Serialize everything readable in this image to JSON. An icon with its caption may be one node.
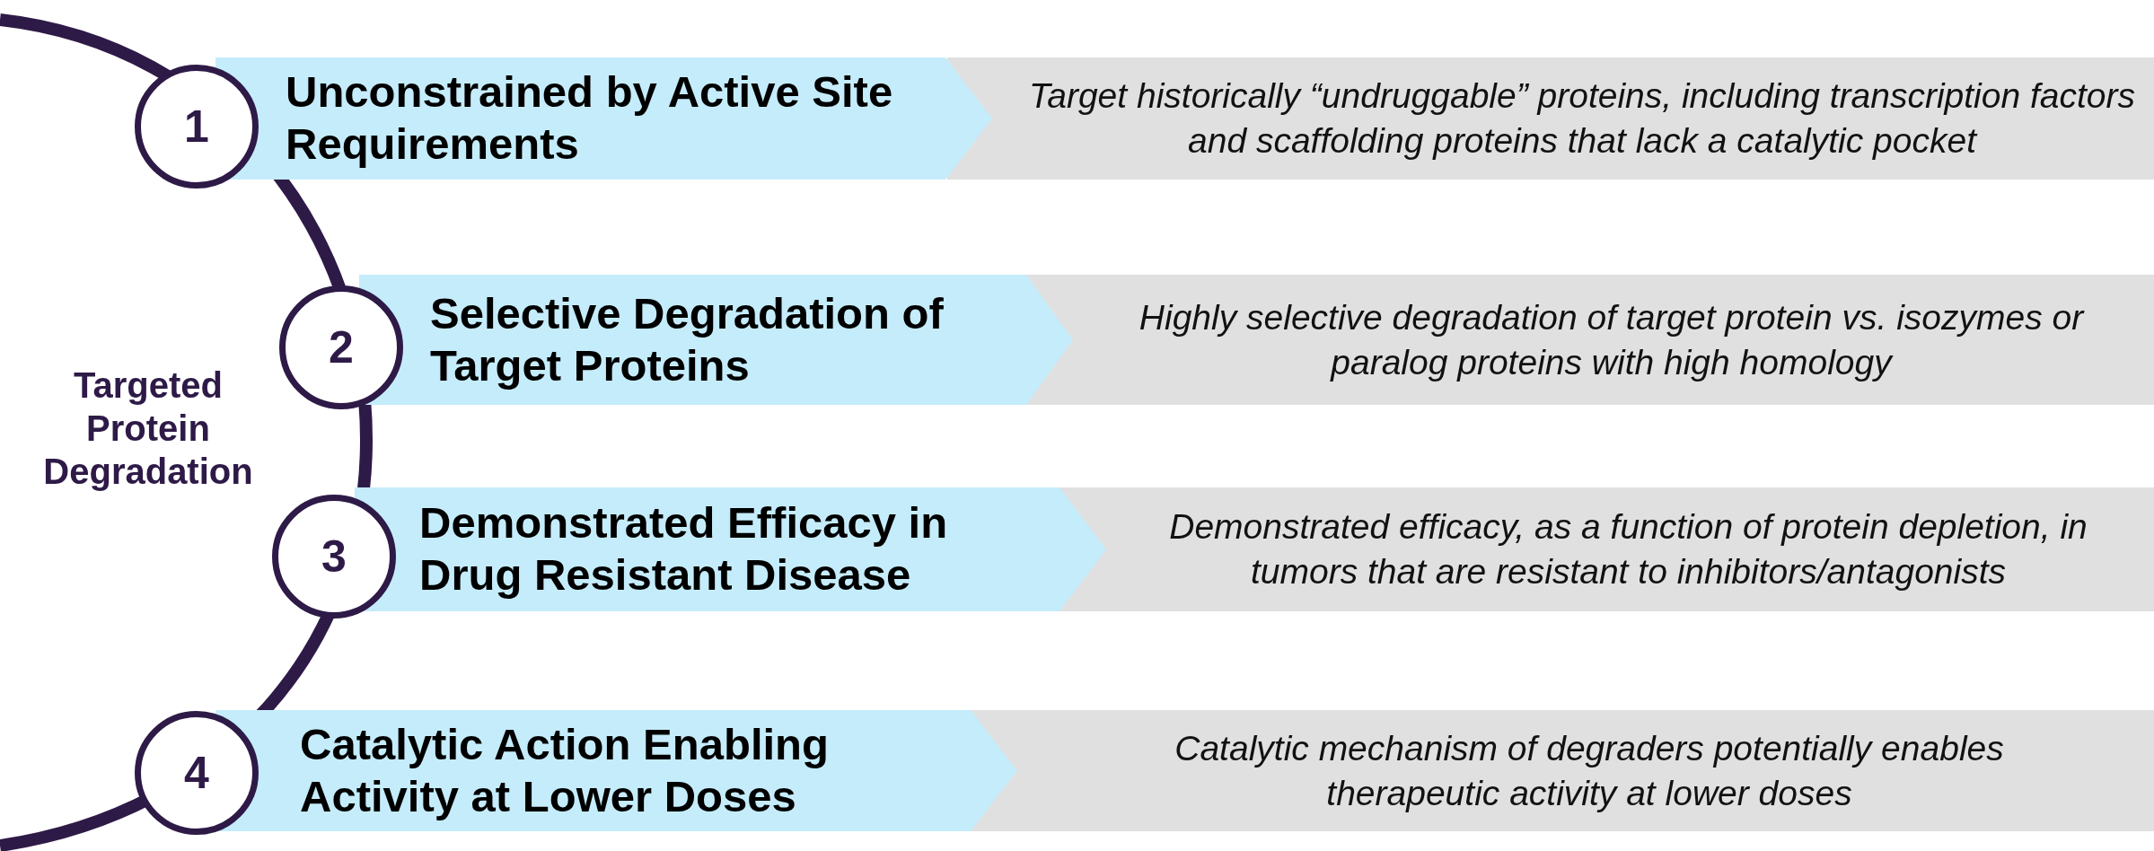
{
  "diagram": {
    "nodes": [
      {
        "text": [
          "1"
        ]
      },
      {
        "text": [
          "Unconstrained by Active Site Requirements"
        ]
      },
      {
        "text": [
          "Target historically “undruggable” proteins, including transcription factors and scaffolding proteins that lack a catalytic pocket"
        ]
      },
      {
        "text": [
          "2"
        ]
      },
      {
        "text": [
          "Selective Degradation of Target Proteins"
        ]
      },
      {
        "text": [
          "Highly selective degradation of target protein vs. isozymes or paralog proteins with high homology"
        ]
      },
      {
        "text": [
          "3"
        ]
      },
      {
        "text": [
          "Demonstrated Efficacy in Drug Resistant Disease"
        ]
      },
      {
        "text": [
          "Demonstrated efficacy, as a function of protein depletion, in tumors that are resistant to inhibitors/antagonists"
        ]
      },
      {
        "text": [
          "4"
        ]
      },
      {
        "text": [
          "Catalytic Action Enabling Activity at Lower Doses"
        ]
      },
      {
        "text": [
          "Catalytic mechanism of degraders potentially enables therapeutic activity at lower doses"
        ]
      }
    ],
    "labels": [
      "Targeted Protein Degradation"
    ]
  }
}
